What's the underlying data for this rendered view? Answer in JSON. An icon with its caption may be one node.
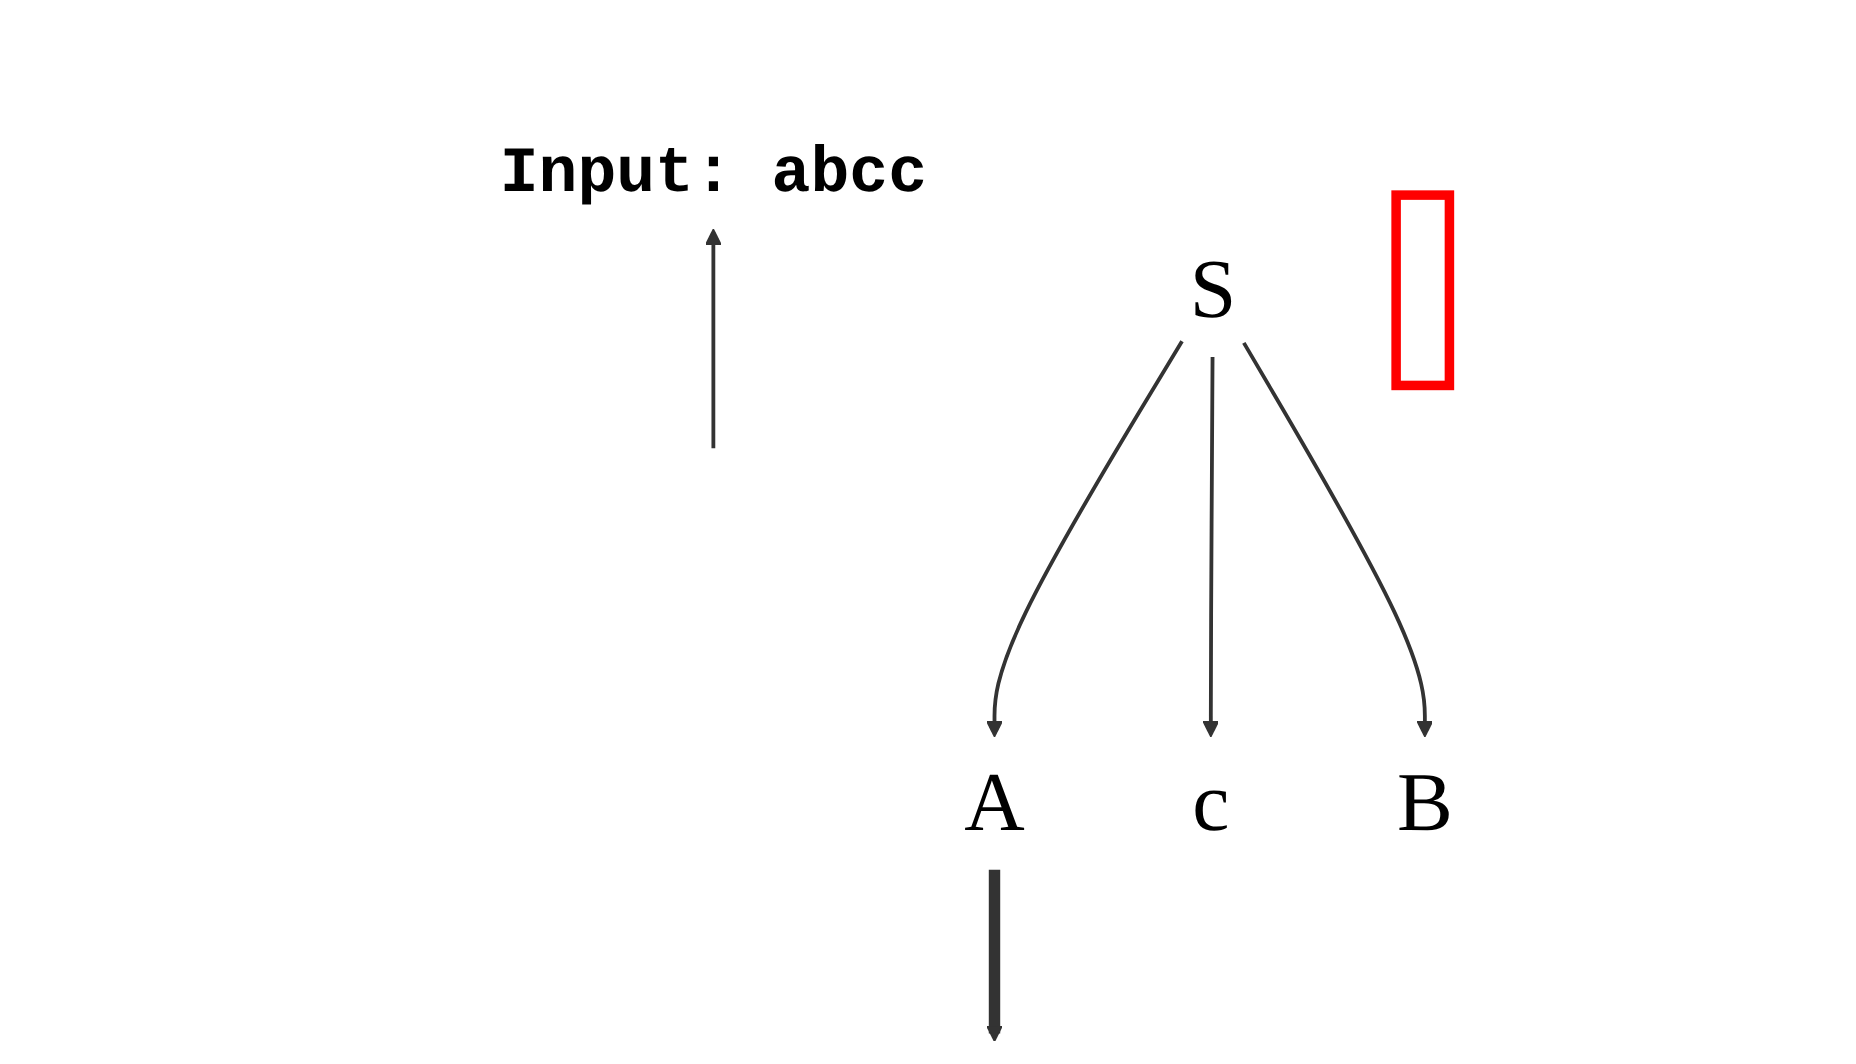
{
  "diagram": {
    "nodes": [
      {
        "text": [
          "S"
        ]
      },
      {
        "text": [
          "A"
        ]
      },
      {
        "text": [
          "c"
        ]
      },
      {
        "text": [
          "B"
        ]
      },
      {
        "text": [
          "Input: abcc"
        ]
      },
      {
        "text": [],
        "shape": "box"
      }
    ],
    "edges": [
      {
        "from": 0,
        "to": 1,
        "arrow": "to"
      },
      {
        "from": 0,
        "to": 2,
        "arrow": "to"
      },
      {
        "from": 0,
        "to": 3,
        "arrow": "to"
      },
      {
        "from": 1,
        "to": null,
        "arrow": "to",
        "style": "thick"
      },
      {
        "from": null,
        "to": 4,
        "arrow": "to"
      }
    ]
  }
}
